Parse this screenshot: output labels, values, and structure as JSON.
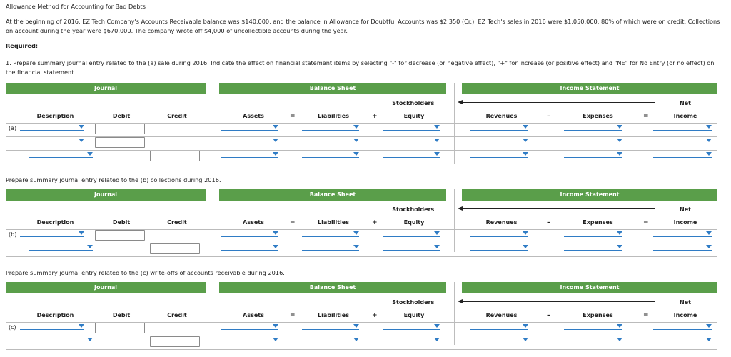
{
  "title": "Allowance Method for Accounting for Bad Debts",
  "intro_line1": "At the beginning of 2016, EZ Tech Company's Accounts Receivable balance was $140,000, and the balance in Allowance for Doubtful Accounts was $2,350 (Cr.). EZ Tech's sales in 2016 were $1,050,000, 80% of which were on credit. Collections",
  "intro_line2": "on account during the year were $670,000. The company wrote off $4,000 of uncollectible accounts during the year.",
  "required_label": "Required:",
  "q1_line1": "1. Prepare summary journal entry related to the (a) sale during 2016. Indicate the effect on financial statement items by selecting \"-\" for decrease (or negative effect), \"+\" for increase (or positive effect) and \"NE\" for No Entry (or no effect) on",
  "q1_line2": "the financial statement.",
  "prompt_b": "Prepare summary journal entry related to the (b) collections during 2016.",
  "prompt_c": "Prepare summary journal entry related to the (c) write-offs of accounts receivable during 2016.",
  "headers": {
    "journal": "Journal",
    "balance_sheet": "Balance Sheet",
    "income_statement": "Income Statement"
  },
  "columns": {
    "description": "Description",
    "debit": "Debit",
    "credit": "Credit",
    "assets": "Assets",
    "liabilities": "Liabilities",
    "stockholders_top": "Stockholders'",
    "stockholders_bottom": "Equity",
    "revenues": "Revenues",
    "expenses": "Expenses",
    "net_top": "Net",
    "net_bottom": "Income"
  },
  "symbols": {
    "equals": "=",
    "plus": "+",
    "minus": "–"
  },
  "row_labels": {
    "a": "(a)",
    "b": "(b)",
    "c": "(c)"
  },
  "colors": {
    "header_green": "#5a9e4a",
    "dropdown_blue": "#2f7cc5"
  }
}
